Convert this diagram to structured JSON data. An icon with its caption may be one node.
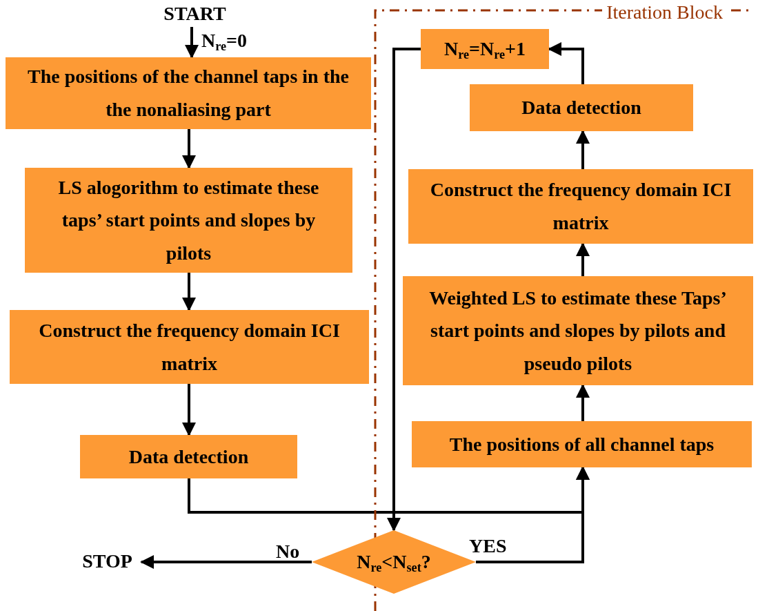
{
  "diagram": {
    "nodes": [
      {
        "text": [
          "START"
        ]
      },
      {
        "text": [
          "The positions of the channel taps in the the nonaliasing part"
        ]
      },
      {
        "text": [
          "LS alogorithm to estimate these taps’ start points and slopes by pilots"
        ]
      },
      {
        "text": [
          "Construct the frequency domain ICI matrix"
        ]
      },
      {
        "text": [
          "Data detection"
        ]
      },
      {
        "text": [
          "Iteration Block"
        ]
      },
      {
        "text": [
          "N$_{re}$=N$_{re}$+1"
        ],
        "in": 5
      },
      {
        "text": [
          "Data detection"
        ],
        "in": 5
      },
      {
        "text": [
          "Construct the frequency domain ICI matrix"
        ],
        "in": 5
      },
      {
        "text": [
          "Weighted LS to estimate these Taps’ start points and slopes by pilots and pseudo pilots"
        ],
        "in": 5
      },
      {
        "text": [
          "The positions of all channel taps"
        ],
        "in": 5
      },
      {
        "text": [
          "N$_{re}$<N$_{set}$?"
        ]
      },
      {
        "text": [
          "STOP"
        ]
      }
    ],
    "edges": [
      {
        "from": 0,
        "to": 1,
        "arrow": "to",
        "label": "N$_{re}$=0"
      },
      {
        "from": 1,
        "to": 2,
        "arrow": "to"
      },
      {
        "from": 2,
        "to": 3,
        "arrow": "to"
      },
      {
        "from": 3,
        "to": 4,
        "arrow": "to"
      },
      {
        "from": 4,
        "to": 10,
        "arrow": "to"
      },
      {
        "from": 10,
        "to": 9,
        "arrow": "to"
      },
      {
        "from": 9,
        "to": 8,
        "arrow": "to"
      },
      {
        "from": 8,
        "to": 7,
        "arrow": "to"
      },
      {
        "from": 7,
        "to": 6,
        "arrow": "to"
      },
      {
        "from": 6,
        "to": 11,
        "arrow": "to"
      },
      {
        "from": 11,
        "to": 12,
        "arrow": "to",
        "label": "No"
      },
      {
        "from": 11,
        "to": 10,
        "arrow": "to",
        "label": "YES"
      }
    ]
  }
}
